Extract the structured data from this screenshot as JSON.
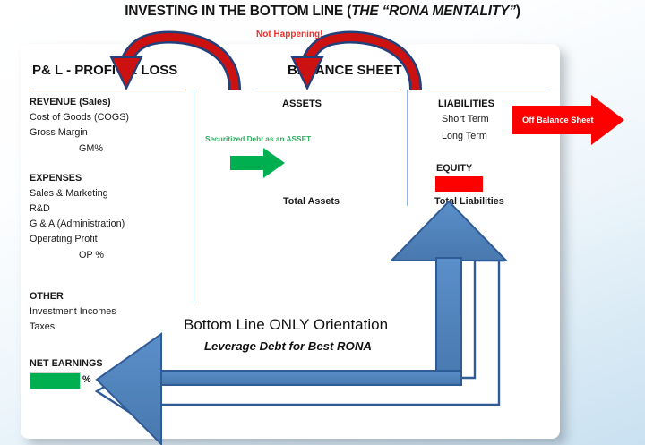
{
  "title": {
    "text_main": "INVESTING IN THE BOTTOM LINE (",
    "text_italic": "THE “RONA MENTALITY”",
    "text_tail": ")"
  },
  "annotations": {
    "not_happening": "Not Happening!",
    "off_balance_sheet": "Off Balance Sheet",
    "securitized_debt": "Securitized Debt as an ASSET"
  },
  "pl": {
    "heading": "P& L - PROFIT & LOSS",
    "sections": [
      {
        "header": "REVENUE (Sales)",
        "items": [
          "Cost of Goods (COGS)",
          "Gross Margin"
        ],
        "indented": [
          "GM%"
        ]
      },
      {
        "header": "EXPENSES",
        "items": [
          "Sales & Marketing",
          "R&D",
          "G & A (Administration)",
          "Operating Profit"
        ],
        "indented": [
          "OP %"
        ]
      },
      {
        "header": "OTHER",
        "items": [
          "Investment Incomes",
          "Taxes"
        ],
        "indented": []
      }
    ],
    "net_earnings_label": "NET EARNINGS",
    "net_earnings_unit": "%",
    "net_earnings_color": "#00af50"
  },
  "balance_sheet": {
    "heading": "BALANCE SHEET",
    "assets": {
      "header": "ASSETS",
      "total_label": "Total Assets"
    },
    "liabilities": {
      "header": "LIABILITIES",
      "items": [
        "Short Term",
        "Long Term"
      ],
      "equity_header": "EQUITY",
      "equity_color": "#fd0000",
      "total_label": "Total Liabilities"
    }
  },
  "bottom_line": {
    "title": "Bottom Line ONLY Orientation",
    "subtitle": "Leverage Debt for Best  RONA"
  },
  "colors": {
    "arrow_red": "#cc1111",
    "arrow_red_outline": "#1f3864",
    "arrow_blue": "#4a7ebb",
    "arrow_blue_outline": "#2f5b96",
    "green": "#00af50",
    "red": "#fd0000",
    "rule_blue": "#7ba7d7",
    "card_white": "#ffffff"
  }
}
